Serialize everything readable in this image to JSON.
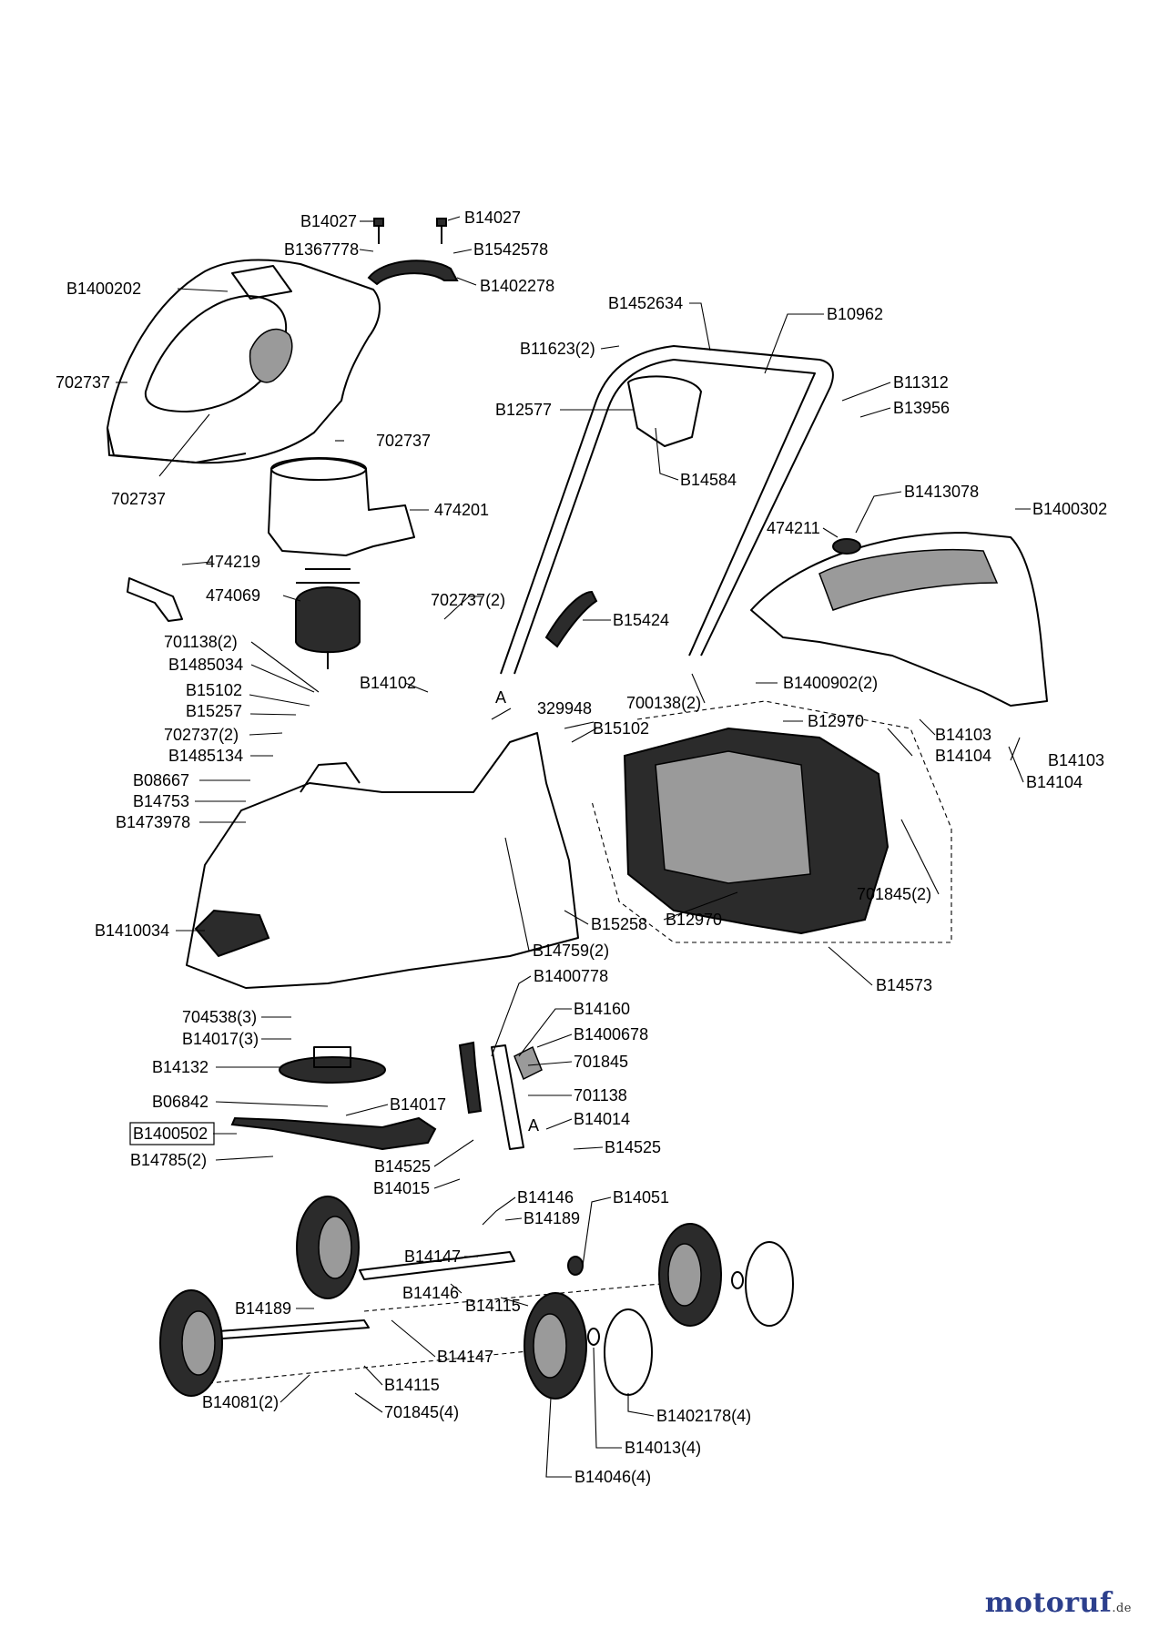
{
  "labels": [
    "B14027",
    "B14027",
    "B1367778",
    "B1542578",
    "B1400202",
    "B1402278",
    "B1452634",
    "B10962",
    "B11623(2)",
    "702737",
    "B11312",
    "B12577",
    "B13956",
    "702737",
    "702737",
    "B14584",
    "B1413078",
    "474211",
    "B1400302",
    "474201",
    "474219",
    "474069",
    "702737(2)",
    "B15424",
    "701138(2)",
    "B1485034",
    "B14102",
    "B1400902(2)",
    "700138(2)",
    "A",
    "B15102",
    "B15257",
    "329948",
    "B12970",
    "702737(2)",
    "B15102",
    "B14103",
    "B1485134",
    "B14104",
    "B14103",
    "B08667",
    "B14104",
    "B14753",
    "B1473978",
    "701845(2)",
    "B1410034",
    "B15258",
    "B12970",
    "B14759(2)",
    "B14573",
    "B1400778",
    "B14160",
    "704538(3)",
    "B14017(3)",
    "B1400678",
    "701845",
    "B14132",
    "701138",
    "B06842",
    "B14017",
    "B14014",
    "A",
    "B1400502",
    "B14525",
    "B14785(2)",
    "B14525",
    "B14015",
    "B14146",
    "B14051",
    "B14189",
    "B14147",
    "B14146",
    "B14115",
    "B14189",
    "B14147",
    "B14115",
    "B14081(2)",
    "701845(4)",
    "B1402178(4)",
    "B14013(4)",
    "B14046(4)"
  ],
  "logo": {
    "name": "motoruf",
    "tld": ".de",
    "colors": [
      "#2c3f8c",
      "#d8262b",
      "#2a8a3e",
      "#e8a41c"
    ]
  }
}
